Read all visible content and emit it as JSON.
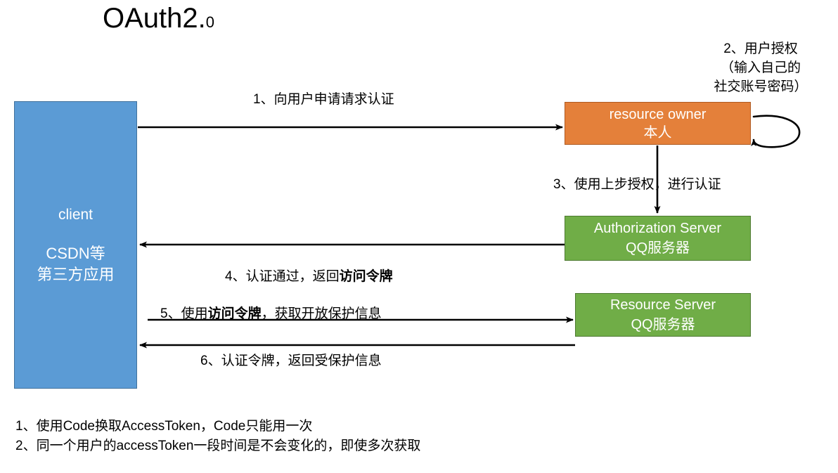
{
  "title": {
    "main": "OAuth2.",
    "suffix": "0"
  },
  "nodes": {
    "client": {
      "name_en": "client",
      "name_cn_line1": "CSDN等",
      "name_cn_line2": "第三方应用",
      "color": "#5B9BD5"
    },
    "resource_owner": {
      "name_en": "resource owner",
      "name_cn": "本人",
      "color": "#E4803A"
    },
    "authorization_server": {
      "name_en": "Authorization Server",
      "name_cn": "QQ服务器",
      "color": "#70AD47"
    },
    "resource_server": {
      "name_en": "Resource Server",
      "name_cn": "QQ服务器",
      "color": "#70AD47"
    }
  },
  "steps": {
    "step1": "1、向用户申请请求认证",
    "step2_line1": "2、用户授权",
    "step2_line2": "（输入自己的",
    "step2_line3": "社交账号密码）",
    "step3": "3、使用上步授权，进行认证",
    "step4_prefix": "4、认证通过，返回",
    "step4_bold": "访问令牌",
    "step5_prefix": "5、使用",
    "step5_bold": "访问令牌",
    "step5_suffix": "，获取开放保护信息",
    "step6": "6、认证令牌，返回受保护信息"
  },
  "notes": {
    "note1": "1、使用Code换取AccessToken，Code只能用一次",
    "note2": "2、同一个用户的accessToken一段时间是不会变化的，即使多次获取"
  },
  "colors": {
    "client": "#5B9BD5",
    "owner": "#E4803A",
    "server": "#70AD47",
    "arrow": "#000000",
    "text_light": "#FFFFFF",
    "text_dark": "#000000"
  }
}
